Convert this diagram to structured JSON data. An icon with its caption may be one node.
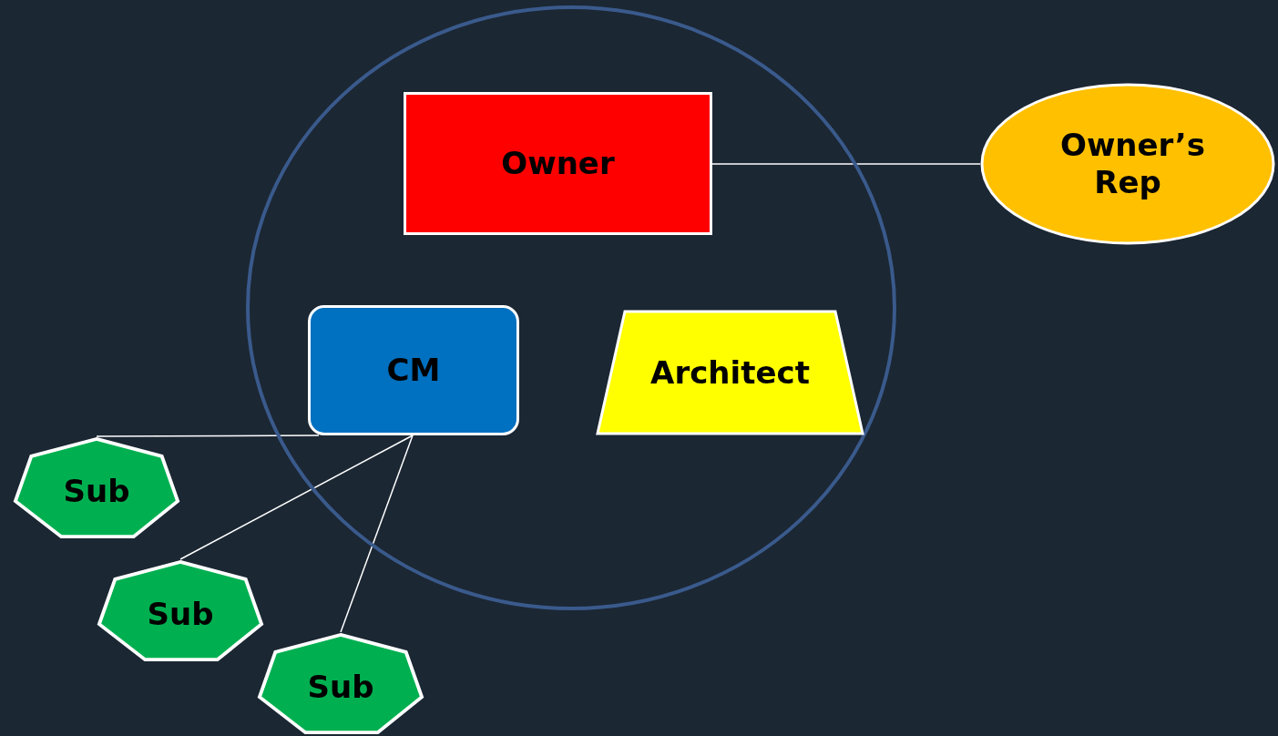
{
  "diagram": {
    "nodes": [
      {
        "text": [],
        "shape": "circle"
      },
      {
        "text": [
          "Owner"
        ],
        "in": 0
      },
      {
        "text": [
          "Owner’s Rep"
        ]
      },
      {
        "text": [
          "CM"
        ],
        "in": 0
      },
      {
        "text": [
          "Architect"
        ],
        "in": 0
      },
      {
        "text": [
          "Sub"
        ]
      },
      {
        "text": [
          "Sub"
        ]
      },
      {
        "text": [
          "Sub"
        ]
      }
    ],
    "edges": [
      {
        "from": 1,
        "to": 2,
        "arrow": "none"
      },
      {
        "from": 3,
        "to": 5,
        "arrow": "none"
      },
      {
        "from": 3,
        "to": 6,
        "arrow": "none"
      },
      {
        "from": 3,
        "to": 7,
        "arrow": "none"
      }
    ]
  }
}
